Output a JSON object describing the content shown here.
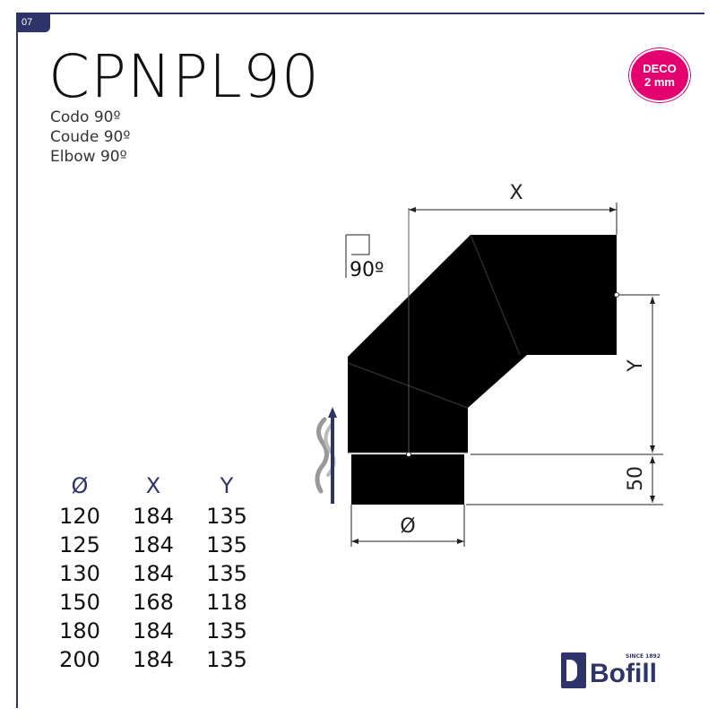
{
  "page": {
    "number": "07"
  },
  "product": {
    "code": "CPNPL90",
    "names": [
      "Codo 90º",
      "Coude 90º",
      "Elbow 90º"
    ]
  },
  "badge": {
    "line1": "DECO",
    "line2": "2 mm",
    "color": "#e4006f"
  },
  "diagram": {
    "angle_label": "90º",
    "dim_x": "X",
    "dim_y": "Y",
    "dim_diameter": "Ø",
    "dim_socket": "50"
  },
  "specs": {
    "headers": [
      "Ø",
      "X",
      "Y"
    ],
    "rows": [
      [
        "120",
        "184",
        "135"
      ],
      [
        "125",
        "184",
        "135"
      ],
      [
        "130",
        "184",
        "135"
      ],
      [
        "150",
        "168",
        "118"
      ],
      [
        "180",
        "184",
        "135"
      ],
      [
        "200",
        "184",
        "135"
      ]
    ]
  },
  "brand": {
    "since": "SINCE 1892",
    "name": "Bofill",
    "color": "#2e3467"
  }
}
